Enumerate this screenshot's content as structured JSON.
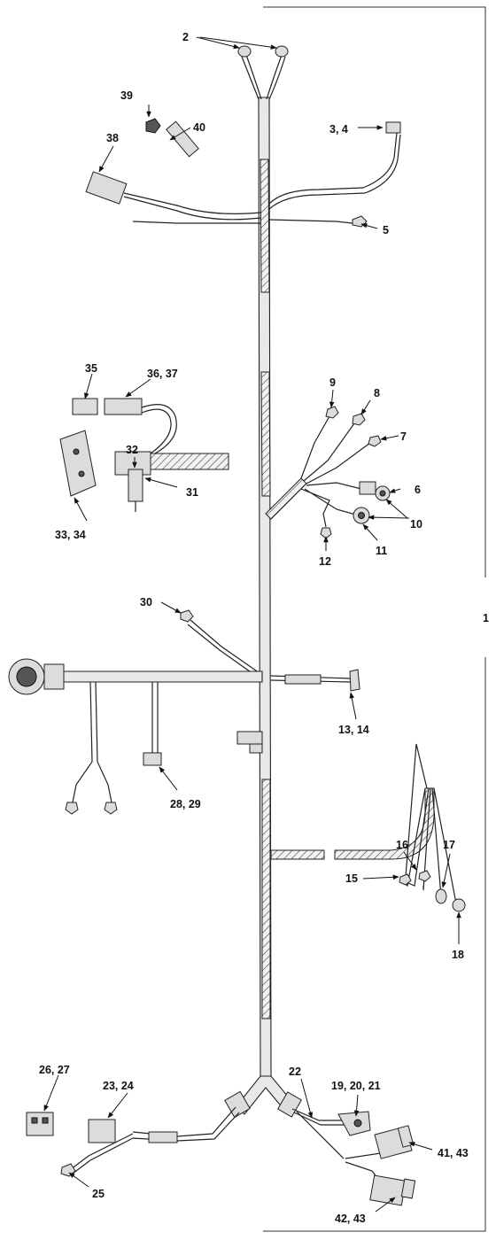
{
  "callouts": {
    "c1": "1",
    "c2": "2",
    "c3_4": "3, 4",
    "c5": "5",
    "c6": "6",
    "c7": "7",
    "c8": "8",
    "c9": "9",
    "c10": "10",
    "c11": "11",
    "c12": "12",
    "c13_14": "13, 14",
    "c15": "15",
    "c16": "16",
    "c17": "17",
    "c18": "18",
    "c19_20_21": "19, 20, 21",
    "c22": "22",
    "c23_24": "23, 24",
    "c25": "25",
    "c26_27": "26, 27",
    "c28_29": "28, 29",
    "c30": "30",
    "c31": "31",
    "c32": "32",
    "c33_34": "33, 34",
    "c35": "35",
    "c36_37": "36, 37",
    "c38": "38",
    "c39": "39",
    "c40": "40",
    "c41_43": "41, 43",
    "c42_43": "42, 43"
  },
  "colors": {
    "line": "#222222",
    "fill": "#e8e8e8",
    "background": "#ffffff"
  }
}
